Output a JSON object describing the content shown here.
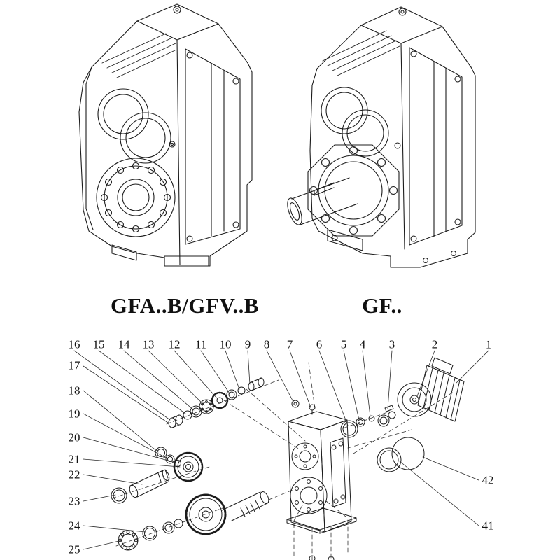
{
  "models": {
    "left": {
      "label": "GFA..B/GFV..B"
    },
    "right": {
      "label": "GF.."
    }
  },
  "exploded_view": {
    "top_row_numbers": [
      "16",
      "15",
      "14",
      "13",
      "12",
      "11",
      "10",
      "9",
      "8",
      "7",
      "6",
      "5",
      "4",
      "3",
      "2",
      "1"
    ],
    "left_column_numbers": [
      "17",
      "18",
      "19",
      "20",
      "21",
      "22",
      "23",
      "24",
      "25"
    ],
    "right_column_numbers": [
      "42",
      "41"
    ]
  },
  "drawing": {
    "line_color": "#1c1c1c"
  }
}
